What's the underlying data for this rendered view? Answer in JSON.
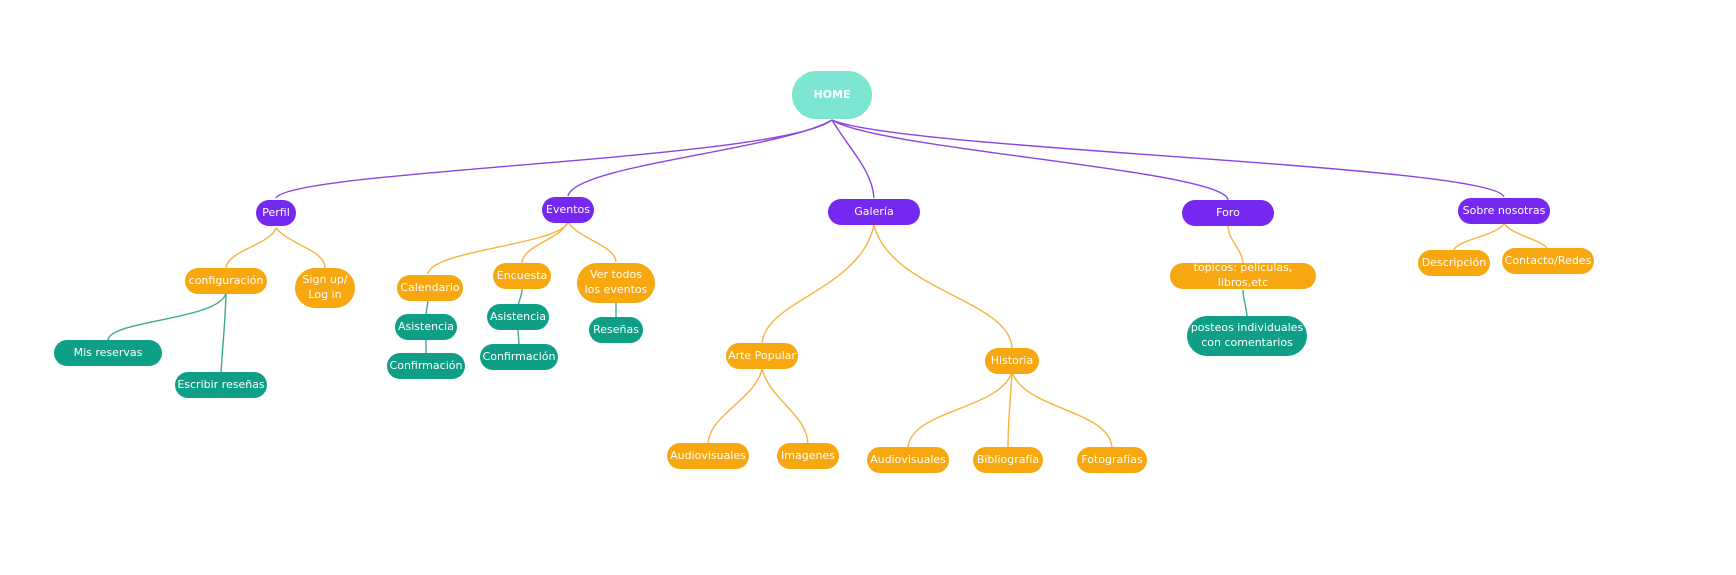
{
  "colors": {
    "root": "#7de6d3",
    "level1": "#7428f0",
    "level2": "#f7a70f",
    "level3": "#0f9f86",
    "edge_purple": "#8a45e0",
    "edge_orange": "#f6b43a",
    "edge_teal": "#3aa892"
  },
  "nodes": {
    "home": "HOME",
    "perfil": "Perfil",
    "configuracion": "configuración",
    "signup": "Sign up/\nLog in",
    "mis_reservas": "Mis reservas",
    "escribir_resenas": "Escribir reseñas",
    "eventos": "Eventos",
    "calendario": "Calendario",
    "asistencia_cal": "Asistencia",
    "confirmacion_cal": "Confirmación",
    "encuesta": "Encuesta",
    "asistencia_enc": "Asistencia",
    "confirmacion_enc": "Confirmación",
    "ver_todos": "Ver todos\nlos eventos",
    "resenas": "Reseñas",
    "galeria": "Galería",
    "arte_popular": "Arte Popular",
    "audiovisuales_ap": "Audiovisuales",
    "imagenes": "Imagenes",
    "historia": "Historia",
    "audiovisuales_h": "Audiovisuales",
    "bibliografia": "Bibliografía",
    "fotografias": "Fotografías",
    "foro": "Foro",
    "topicos": "topicos: peliculas, libros,etc",
    "posteos": "posteos individuales\ncon comentarios",
    "sobre_nosotras": "Sobre nosotras",
    "descripcion": "Descripción",
    "contacto": "Contacto/Redes"
  }
}
